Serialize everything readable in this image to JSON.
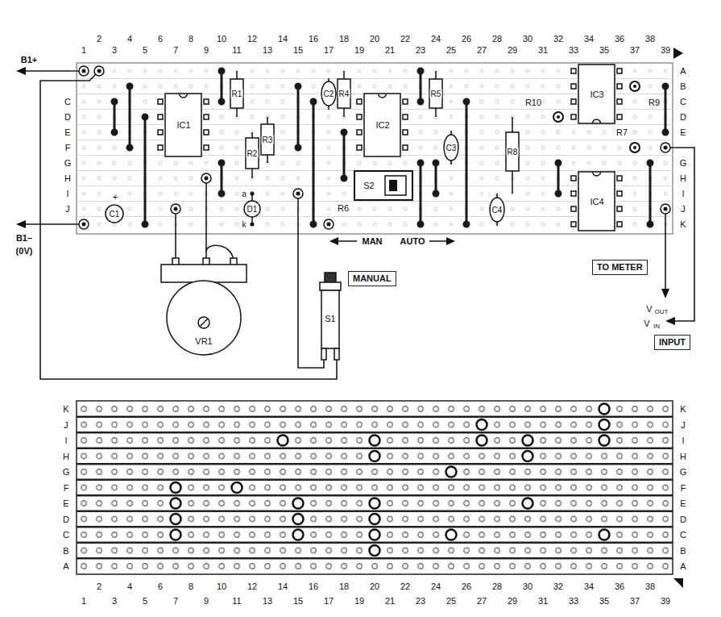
{
  "diagram": {
    "nodes": [
      {
        "text": [
          "TO METER"
        ]
      },
      {
        "text": [
          "MANUAL"
        ]
      },
      {
        "text": [
          "INPUT"
        ]
      }
    ],
    "labels": [
      "B1+",
      "1",
      "2",
      "3",
      "4",
      "5",
      "6",
      "7",
      "8",
      "9",
      "10",
      "11",
      "12",
      "13",
      "14",
      "15",
      "16",
      "17",
      "18",
      "19",
      "20",
      "21",
      "22",
      "23",
      "24",
      "25",
      "26",
      "27",
      "28",
      "29",
      "30",
      "31",
      "32",
      "33",
      "34",
      "35",
      "36",
      "37",
      "38",
      "39",
      "C",
      "D",
      "E",
      "F",
      "G",
      "H",
      "I",
      "J",
      "A",
      "B",
      "C",
      "D",
      "E",
      "G",
      "H",
      "I",
      "J",
      "K",
      "R1",
      "C2",
      "R4",
      "R5",
      "IC3",
      "R9",
      "IC1",
      "R3",
      "R2",
      "IC2",
      "C3",
      "R8",
      "R10",
      "R7",
      "S2",
      "IC4",
      "+",
      "a",
      "D1",
      "k",
      "C1",
      "R6",
      "C4",
      "B1–",
      "(0V)",
      "MAN",
      "AUTO",
      "VR1",
      "S1",
      "V",
      "OUT",
      "V",
      "IN",
      "K",
      "J",
      "I",
      "H",
      "G",
      "F",
      "E",
      "D",
      "C",
      "B",
      "A",
      "K",
      "J",
      "I",
      "H",
      "G",
      "F",
      "E",
      "D",
      "C",
      "B",
      "A",
      "1",
      "2",
      "3",
      "4",
      "5",
      "6",
      "7",
      "8",
      "9",
      "10",
      "11",
      "12",
      "13",
      "14",
      "15",
      "16",
      "17",
      "18",
      "19",
      "20",
      "21",
      "22",
      "23",
      "24",
      "25",
      "26",
      "27",
      "28",
      "29",
      "30",
      "31",
      "32",
      "33",
      "34",
      "35",
      "36",
      "37",
      "38",
      "39"
    ]
  }
}
